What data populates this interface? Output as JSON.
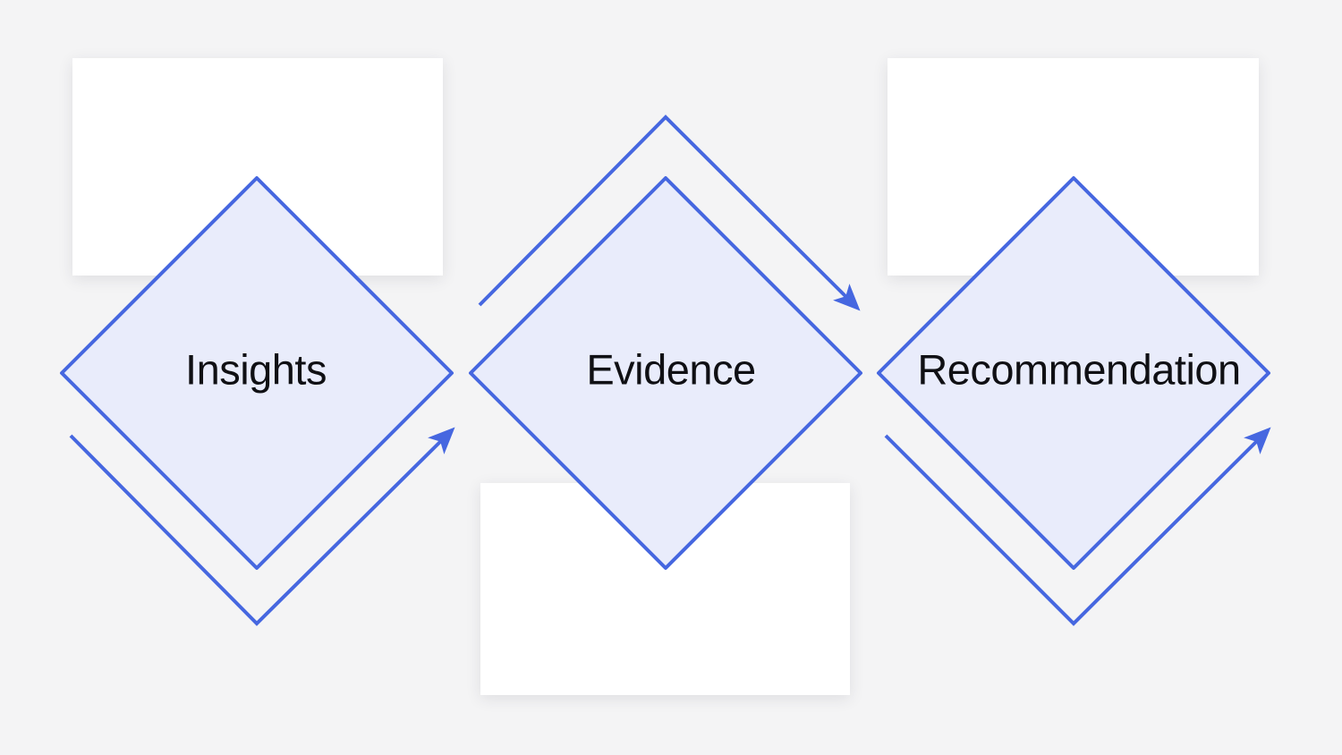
{
  "diagram": {
    "type": "flow-diamonds",
    "nodes": [
      {
        "label": "Insights"
      },
      {
        "label": "Evidence"
      },
      {
        "label": "Recommendation"
      }
    ],
    "connectors": [
      {
        "name": "insights-flow-arrow",
        "shape": "chevron-below",
        "direction": "up-right"
      },
      {
        "name": "evidence-flow-arrow",
        "shape": "chevron-above",
        "direction": "down-right"
      },
      {
        "name": "recommendation-flow-arrow",
        "shape": "chevron-below",
        "direction": "up-right"
      }
    ],
    "colors": {
      "background": "#f4f4f5",
      "card": "#ffffff",
      "diamond_fill": "#e9ecfb",
      "accent_stroke": "#4667e0",
      "label_text": "#101014"
    }
  }
}
